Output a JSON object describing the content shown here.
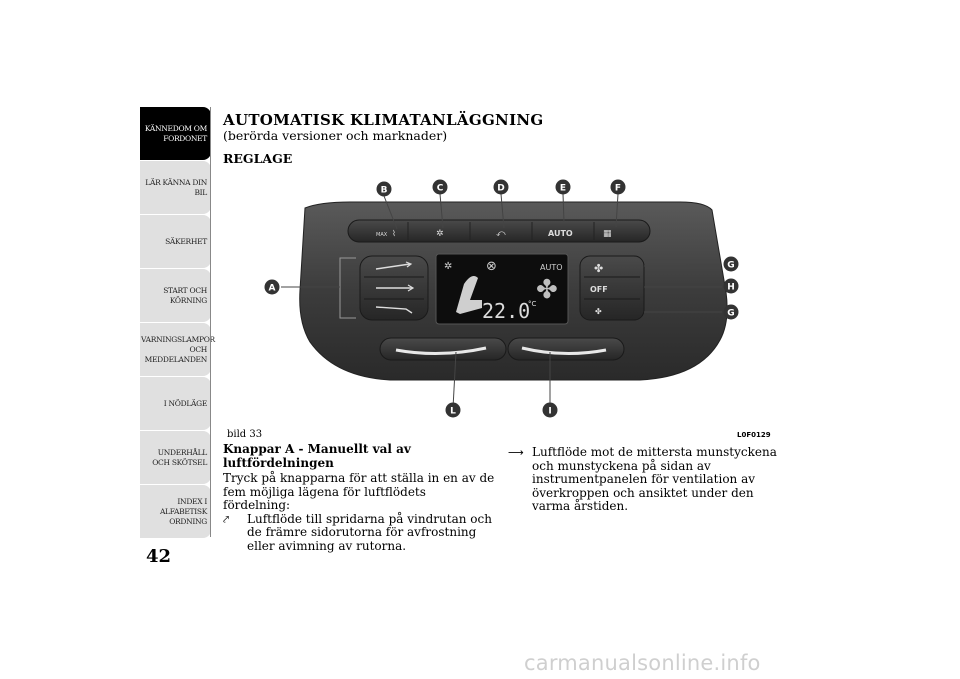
{
  "sidebar": {
    "tabs": [
      {
        "label": "KÄNNEDOM OM FORDONET",
        "active": true
      },
      {
        "label": "LÄR KÄNNA DIN BIL",
        "active": false
      },
      {
        "label": "SÄKERHET",
        "active": false
      },
      {
        "label": "START OCH KÖRNING",
        "active": false
      },
      {
        "label": "VARNINGSLAMPOR OCH MEDDELANDEN",
        "active": false
      },
      {
        "label": "I NÖDLÄGE",
        "active": false
      },
      {
        "label": "UNDERHÅLL OCH SKÖTSEL",
        "active": false
      },
      {
        "label": "INDEX I ALFABETISK ORDNING",
        "active": false
      }
    ]
  },
  "page_number": "42",
  "heading": {
    "title": "AUTOMATISK KLIMATANLÄGGNING",
    "subtitle": "(berörda versioner och marknader)",
    "section": "REGLAGE"
  },
  "figure": {
    "caption": "bild 33",
    "code": "L0F0129",
    "callouts": [
      "A",
      "B",
      "C",
      "D",
      "E",
      "F",
      "G",
      "H",
      "G",
      "L",
      "I"
    ],
    "panel": {
      "max_label": "MAX",
      "auto_button": "AUTO",
      "display_auto": "AUTO",
      "temperature": "22.0",
      "unit": "°C",
      "off_button": "OFF"
    }
  },
  "body": {
    "heading": "Knappar A - Manuellt val av luftfördelningen",
    "intro": "Tryck på knapparna för att ställa in en av de fem möjliga lägena för luftflödets fördelning:",
    "bullet1": "Luftflöde till spridarna på vindrutan och de främre sidorutorna för avfrostning eller avimning av rutorna.",
    "bullet2": "Luftflöde mot de mittersta munstyckena och munstyckena på sidan av instrumentpanelen för ventilation av överkroppen och ansiktet under den varma årstiden."
  },
  "watermark": "carmanualsonline.info"
}
